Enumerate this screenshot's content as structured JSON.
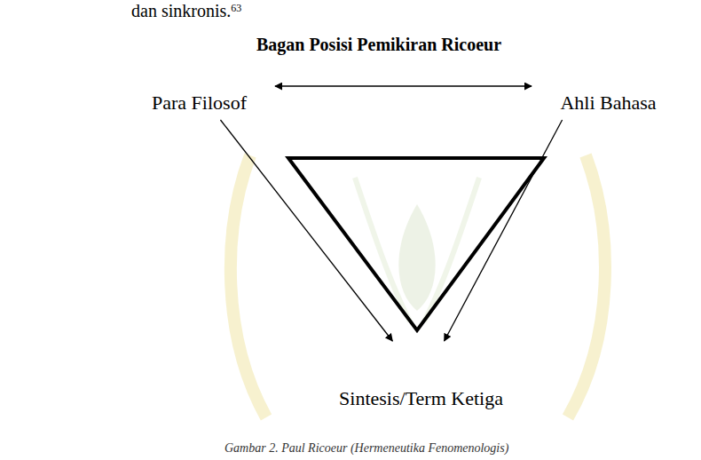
{
  "diagram": {
    "title": "Bagan Posisi Pemikiran Ricoeur",
    "caption": "Gambar 2. Paul Ricoeur (Hermeneutika Fenomenologis)",
    "nodes": [
      {
        "text": [
          "Para Filosof"
        ]
      },
      {
        "text": [
          "Ahli Bahasa"
        ]
      },
      {
        "text": [
          "Sintesis/Term Ketiga"
        ]
      }
    ],
    "edges": [
      {
        "from": 0,
        "to": 1,
        "arrow": "both"
      },
      {
        "from": 0,
        "to": 2,
        "arrow": "to"
      },
      {
        "from": 1,
        "to": 2,
        "arrow": "to"
      }
    ],
    "labels": [
      "dan sinkronis.",
      "63"
    ]
  }
}
